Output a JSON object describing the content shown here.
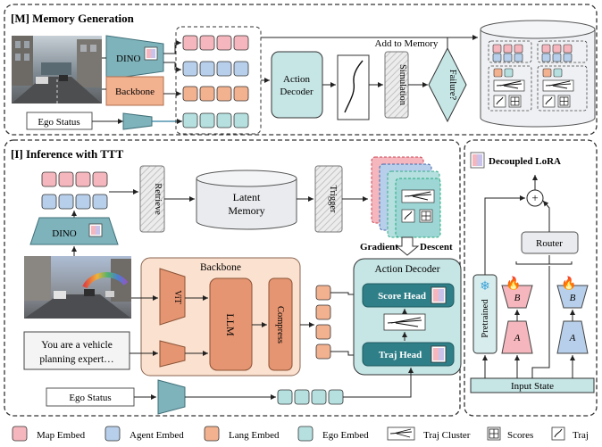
{
  "sections": {
    "memory_title": "[M] Memory Generation",
    "inference_title": "[I] Inference with TTT"
  },
  "memory": {
    "dino_label": "DINO",
    "backbone_label": "Backbone",
    "ego_status_label": "Ego Status",
    "action_decoder_label": [
      "Action",
      "Decoder"
    ],
    "simulation_label": "Simulation",
    "failure_label": "Failure?",
    "add_to_memory_label": "Add to Memory"
  },
  "inference": {
    "dino_label": "DINO",
    "retrieve_label": "Retrieve",
    "latent_memory_label": [
      "Latent",
      "Memory"
    ],
    "trigger_label": "Trigger",
    "gradient_descent_label": "Gradient",
    "descent_label": "Descent",
    "backbone_label": "Backbone",
    "vit_label": "ViT",
    "llm_label": "LLM",
    "compress_label": "Compress",
    "prompt_label": [
      "You are a vehicle",
      "planning expert…"
    ],
    "ego_status_label": "Ego Status",
    "action_decoder_label": "Action Decoder",
    "score_head_label": "Score Head",
    "traj_head_label": "Traj Head"
  },
  "lora": {
    "title": "Decoupled LoRA",
    "router_label": "Router",
    "pretrained_label": "Pretrained",
    "b_label": "B",
    "a_label": "A",
    "input_state_label": "Input State",
    "plus_symbol": "+"
  },
  "legend": [
    {
      "label": "Map Embed",
      "color": "#f5b7bd"
    },
    {
      "label": "Agent Embed",
      "color": "#b7cfea"
    },
    {
      "label": "Lang Embed",
      "color": "#f2b18f"
    },
    {
      "label": "Ego Embed",
      "color": "#b6e0e0"
    },
    {
      "label": "Traj Cluster",
      "icon": "traj-cluster-icon"
    },
    {
      "label": "Scores",
      "icon": "scores-icon"
    },
    {
      "label": "Traj",
      "icon": "traj-icon"
    }
  ],
  "colors": {
    "map": "#f5b7bd",
    "agent": "#b7cfea",
    "lang": "#f2b18f",
    "ego": "#b6e0e0",
    "dino_fill": "#7fb3bb",
    "decoder_fill": "#c6e5e5",
    "backbone_panel": "#fbe1cf",
    "orange_block": "#e59572",
    "head_fill": "#2f7f88",
    "cylinder": "#e9ebee"
  }
}
